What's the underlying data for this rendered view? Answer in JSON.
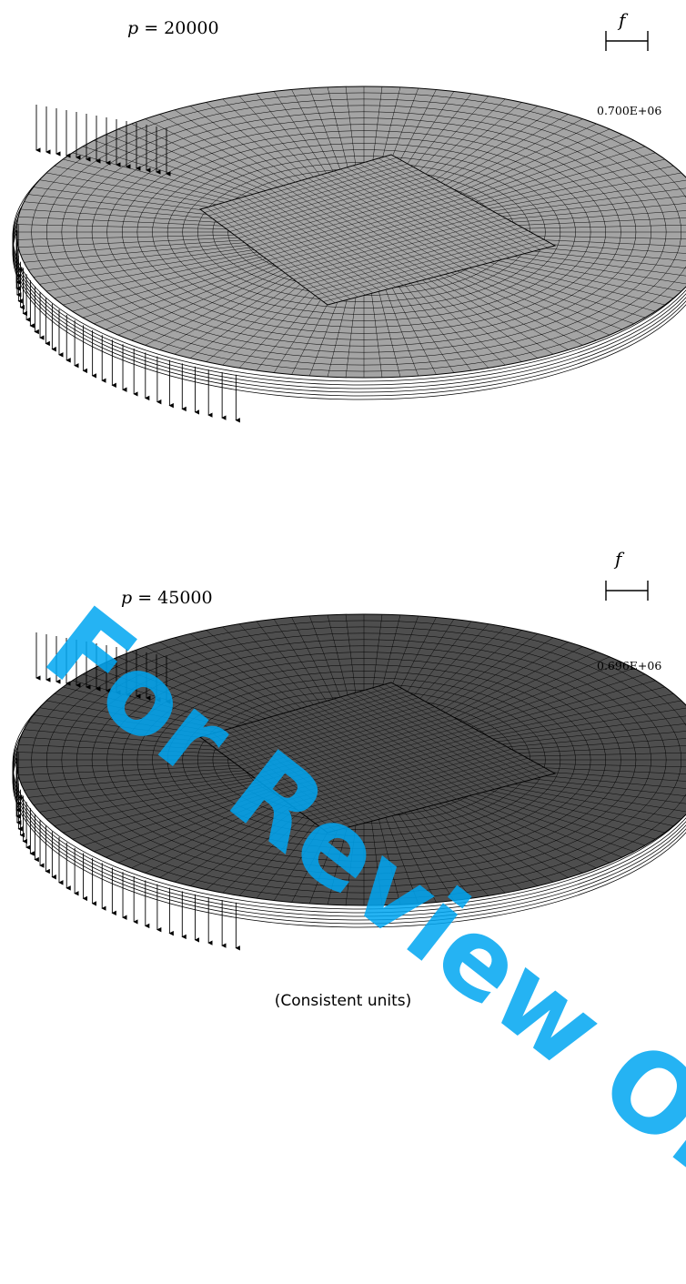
{
  "panels": [
    {
      "p_symbol": "p",
      "p_text": " = 20000",
      "scale_value": "0.700E+06",
      "scale_symbol": "f",
      "fill": "#a4a4a4"
    },
    {
      "p_symbol": "p",
      "p_text": " = 45000",
      "scale_value": "0.696E+06",
      "scale_symbol": "f",
      "fill": "#4e4e4e"
    }
  ],
  "watermark": "For Review Only",
  "caption": "(Consistent units)",
  "colors": {
    "watermark": "#00a6f2",
    "mesh_line": "#000000"
  }
}
